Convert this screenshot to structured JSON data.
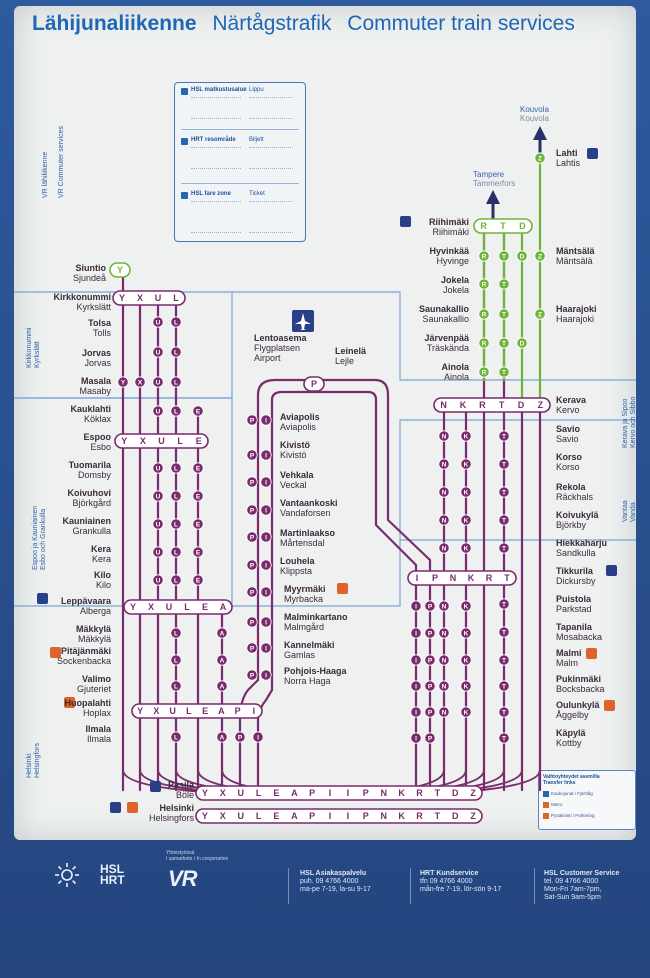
{
  "header": {
    "title_fi": "Lähijunaliikenne",
    "title_sv": "Närtågstrafik",
    "title_en": "Commuter train services"
  },
  "legend": {
    "hsl_title": "HSL matkustusalue",
    "hsl_zone": "Lippu",
    "hrt_title": "HRT resområde",
    "hrt_zone": "Biljett",
    "fare_title": "HSL fare zone",
    "fare_zone": "Ticket"
  },
  "stations_left": [
    {
      "fi": "Siuntio",
      "sv": "Sjundeå"
    },
    {
      "fi": "Kirkkonummi",
      "sv": "Kyrkslätt"
    },
    {
      "fi": "Tolsa",
      "sv": "Tolls"
    },
    {
      "fi": "Jorvas",
      "sv": "Jorvas"
    },
    {
      "fi": "Masala",
      "sv": "Masaby"
    },
    {
      "fi": "Kauklahti",
      "sv": "Köklax"
    },
    {
      "fi": "Espoo",
      "sv": "Esbo"
    },
    {
      "fi": "Tuomarila",
      "sv": "Domsby"
    },
    {
      "fi": "Koivuhovi",
      "sv": "Björkgård"
    },
    {
      "fi": "Kauniainen",
      "sv": "Grankulla"
    },
    {
      "fi": "Kera",
      "sv": "Kera"
    },
    {
      "fi": "Kilo",
      "sv": "Kilo"
    },
    {
      "fi": "Leppävaara",
      "sv": "Alberga"
    },
    {
      "fi": "Mäkkylä",
      "sv": "Mäkkylä"
    },
    {
      "fi": "Pitäjänmäki",
      "sv": "Sockenbacka"
    },
    {
      "fi": "Valimo",
      "sv": "Gjuteriet"
    },
    {
      "fi": "Huopalahti",
      "sv": "Hoplax"
    },
    {
      "fi": "Ilmala",
      "sv": "Ilmala"
    },
    {
      "fi": "Pasila",
      "sv": "Böle"
    },
    {
      "fi": "Helsinki",
      "sv": "Helsingfors"
    }
  ],
  "stations_ring": [
    {
      "fi": "Lentoasema",
      "sv": "Flygplatsen",
      "en": "Airport"
    },
    {
      "fi": "Leinelä",
      "sv": "Lejle"
    },
    {
      "fi": "Aviapolis",
      "sv": "Aviapolis"
    },
    {
      "fi": "Kivistö",
      "sv": "Kivistö"
    },
    {
      "fi": "Vehkala",
      "sv": "Veckal"
    },
    {
      "fi": "Vantaankoski",
      "sv": "Vandaforsen"
    },
    {
      "fi": "Martinlaakso",
      "sv": "Mårtensdal"
    },
    {
      "fi": "Louhela",
      "sv": "Klippsta"
    },
    {
      "fi": "Myyrmäki",
      "sv": "Myrbacka"
    },
    {
      "fi": "Malminkartano",
      "sv": "Malmgård"
    },
    {
      "fi": "Kannelmäki",
      "sv": "Gamlas"
    },
    {
      "fi": "Pohjois-Haaga",
      "sv": "Norra Haga"
    }
  ],
  "stations_right_main": [
    {
      "fi": "Riihimäki",
      "sv": "Riihimäki"
    },
    {
      "fi": "Hyvinkää",
      "sv": "Hyvinge"
    },
    {
      "fi": "Jokela",
      "sv": "Jokela"
    },
    {
      "fi": "Saunakallio",
      "sv": "Saunakallio"
    },
    {
      "fi": "Järvenpää",
      "sv": "Träskända"
    },
    {
      "fi": "Ainola",
      "sv": "Ainola"
    }
  ],
  "stations_right_branch": [
    {
      "fi": "Lahti",
      "sv": "Lahtis"
    },
    {
      "fi": "Mäntsälä",
      "sv": "Mäntsälä"
    },
    {
      "fi": "Haarajoki",
      "sv": "Haarajoki"
    }
  ],
  "stations_right_lower": [
    {
      "fi": "Kerava",
      "sv": "Kervo"
    },
    {
      "fi": "Savio",
      "sv": "Savio"
    },
    {
      "fi": "Korso",
      "sv": "Korso"
    },
    {
      "fi": "Rekola",
      "sv": "Räckhals"
    },
    {
      "fi": "Koivukylä",
      "sv": "Björkby"
    },
    {
      "fi": "Hiekkaharju",
      "sv": "Sandkulla"
    },
    {
      "fi": "Tikkurila",
      "sv": "Dickursby"
    },
    {
      "fi": "Puistola",
      "sv": "Parkstad"
    },
    {
      "fi": "Tapanila",
      "sv": "Mosabacka"
    },
    {
      "fi": "Malmi",
      "sv": "Malm"
    },
    {
      "fi": "Pukinmäki",
      "sv": "Bocksbacka"
    },
    {
      "fi": "Oulunkylä",
      "sv": "Åggelby"
    },
    {
      "fi": "Käpylä",
      "sv": "Kottby"
    }
  ],
  "destinations": {
    "kouvola_fi": "Kouvola",
    "kouvola_sv": "Kouvola",
    "tampere_fi": "Tampere",
    "tampere_sv": "Tammerfors"
  },
  "trunk_letters": "Y X U L E A P I I P N K R T D Z",
  "areas": {
    "kirkkonummi_fi": "Kirkkonummi",
    "kirkkonummi_sv": "Kyrkslätt",
    "espoo_fi": "Espoo ja Kauniainen",
    "espoo_sv": "Esbo och Grankulla",
    "helsinki_fi": "Helsinki",
    "helsinki_sv": "Helsingfors",
    "kerava_fi": "Kerava ja Sipoo",
    "kerava_sv": "Kervo och Sibbo",
    "vantaa_fi": "Vantaa",
    "vantaa_sv": "Vanda",
    "vr_area_fi": "VR lähiliikenne",
    "vr_area_sv": "VR Commuter services"
  },
  "info_box": {
    "title": "Vaihtoyhteydet asemilla",
    "title_en": "Transfer links",
    "row1": "Kaukojunat / Fjärrtåg",
    "row2": "Metro",
    "row3": "Pysäköinti / Parkering"
  },
  "footer": {
    "hsl_logo_1": "HSL",
    "hsl_logo_2": "HRT",
    "vr_logo": "VR",
    "vr_small_1": "Yhteistyössä",
    "vr_small_2": "I samarbete / In cooperation",
    "col1_head": "HSL Asiakaspalvelu",
    "col1_l1": "puh. 09 4766 4000",
    "col1_l2": "ma-pe 7-19, la-su 9-17",
    "col2_head": "HRT Kundservice",
    "col2_l1": "tfn 09 4766 4000",
    "col2_l2": "mån-fre 7-19, lör-sön 9-17",
    "col3_head": "HSL Customer Service",
    "col3_l1": "tel. 09 4766 4000",
    "col3_l2": "Mon-Fri 7am-7pm,",
    "col3_l3": "Sat-Sun 9am-5pm"
  },
  "colors": {
    "purple": "#7a2b6e",
    "green": "#6fb43a",
    "blue": "#1f66b5",
    "board": "#eef1f0"
  }
}
